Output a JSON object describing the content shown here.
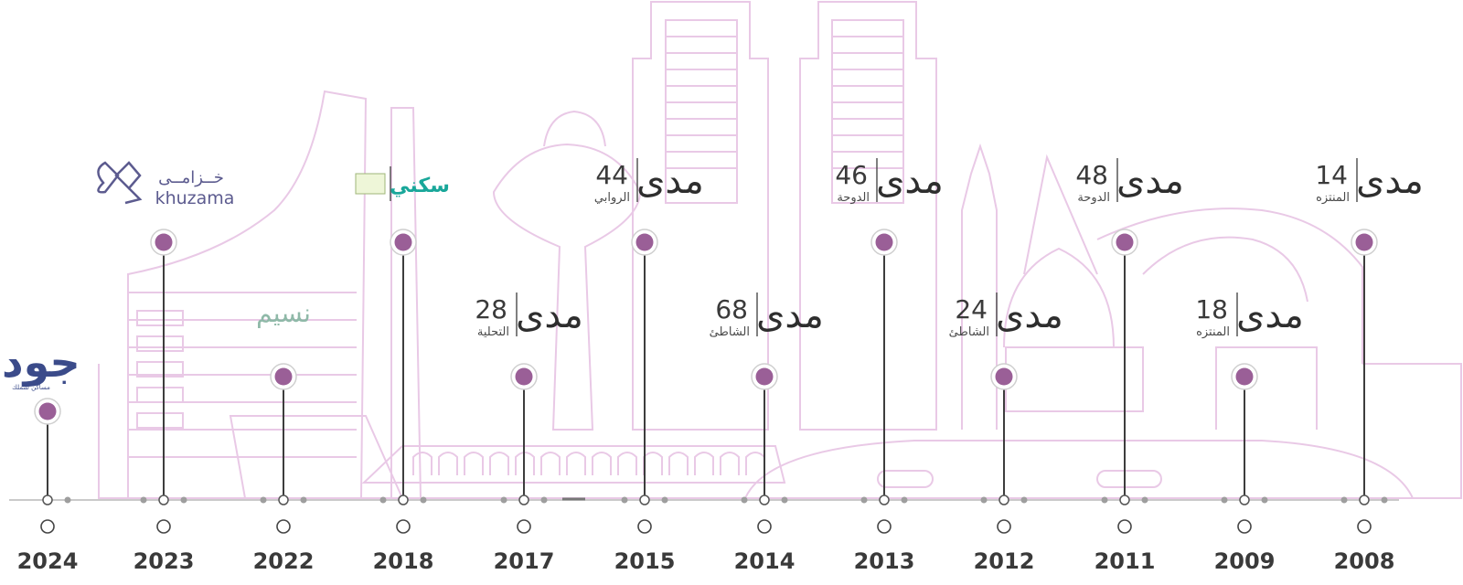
{
  "colors": {
    "skyline": "#e9c9e6",
    "pin": "#9a5f97",
    "stem": "#3d3d3d",
    "axis": "#b9b9b9",
    "dot": "#9e9e9e",
    "text": "#3a3a3a",
    "brand_teal": "#19a79a",
    "brand_navy": "#3b4b8a",
    "brand_indigo": "#5c5b8f",
    "brand_sage": "#8fb9a8"
  },
  "milestones": [
    {
      "year": "2024",
      "brand": "jood",
      "logo_text": "جود",
      "logo_sub": "مساكن للتملك",
      "level": "low"
    },
    {
      "year": "2023",
      "brand": "khuzama",
      "logo_text_ar": "خــزامــى",
      "logo_text_en": "khuzama",
      "level": "high"
    },
    {
      "year": "2022",
      "brand": "naseem",
      "logo_text": "نسيم",
      "level": "low"
    },
    {
      "year": "2018",
      "brand": "sakani",
      "logo_text": "سكني",
      "level": "high"
    },
    {
      "year": "2017",
      "brand": "mada",
      "wordmark": "مدى",
      "number": "28",
      "district": "التحلية",
      "level": "mid"
    },
    {
      "year": "2015",
      "brand": "mada",
      "wordmark": "مدى",
      "number": "44",
      "district": "الروابي",
      "level": "high"
    },
    {
      "year": "2014",
      "brand": "mada",
      "wordmark": "مدى",
      "number": "68",
      "district": "الشاطئ",
      "level": "mid"
    },
    {
      "year": "2013",
      "brand": "mada",
      "wordmark": "مدى",
      "number": "46",
      "district": "الدوحة",
      "level": "high"
    },
    {
      "year": "2012",
      "brand": "mada",
      "wordmark": "مدى",
      "number": "24",
      "district": "الشاطئ",
      "level": "mid"
    },
    {
      "year": "2011",
      "brand": "mada",
      "wordmark": "مدى",
      "number": "48",
      "district": "الدوحة",
      "level": "high"
    },
    {
      "year": "2009",
      "brand": "mada",
      "wordmark": "مدى",
      "number": "18",
      "district": "المنتزه",
      "level": "mid"
    },
    {
      "year": "2008",
      "brand": "mada",
      "wordmark": "مدى",
      "number": "14",
      "district": "المنتزه",
      "level": "high"
    }
  ]
}
